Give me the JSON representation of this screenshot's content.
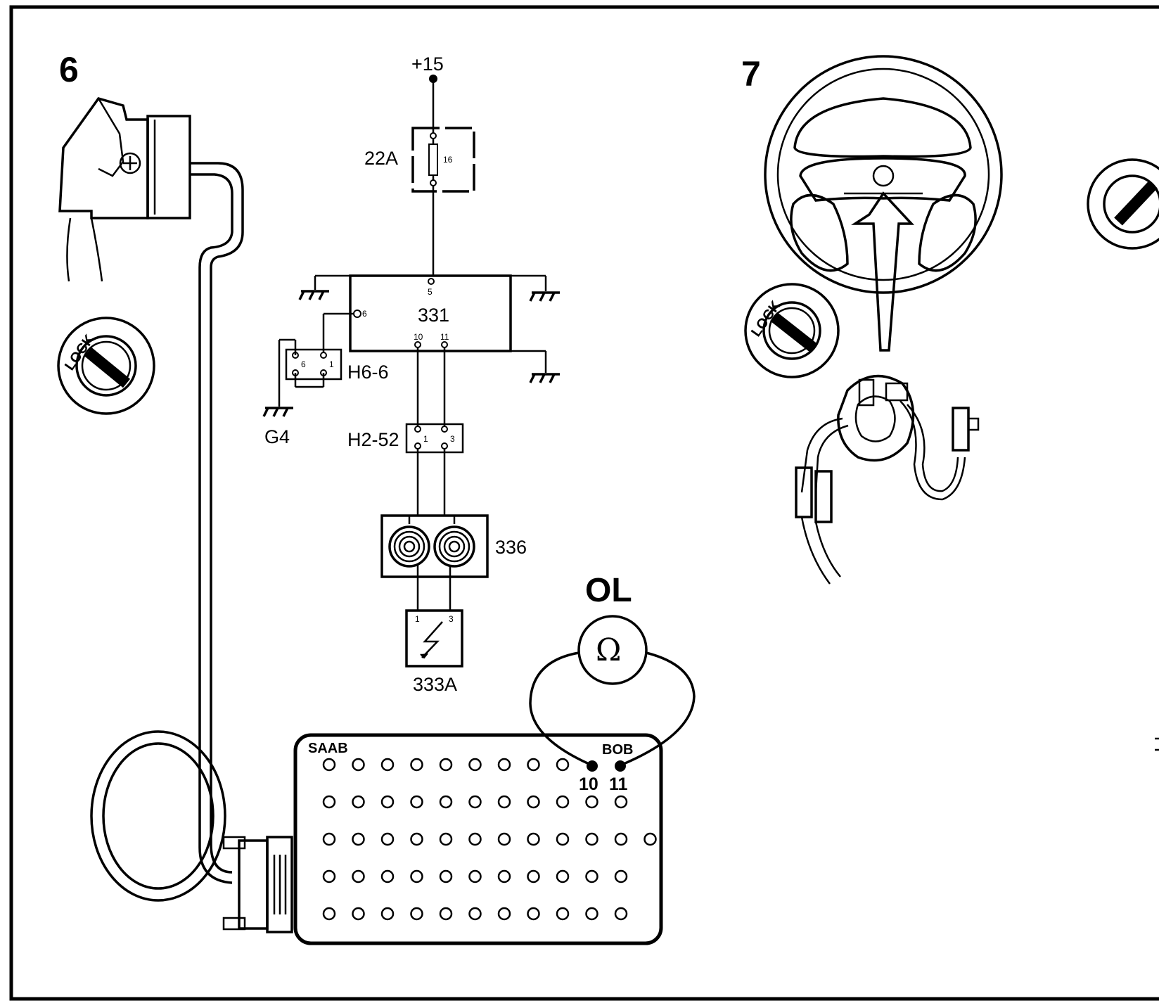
{
  "panels": {
    "left_number": "6",
    "right_number": "7"
  },
  "schematic": {
    "supply_label": "+15",
    "fuse_label": "22A",
    "fuse_number": "16",
    "module_label": "331",
    "module_pin_5": "5",
    "module_pin_6": "6",
    "module_pin_10": "10",
    "module_pin_11": "11",
    "connector_h66": "H6-6",
    "h66_pin_6": "6",
    "h66_pin_1": "1",
    "ground_label": "G4",
    "connector_h252": "H2-52",
    "h252_pin_1": "1",
    "h252_pin_3": "3",
    "contact_reel_label": "336",
    "airbag_label": "333A",
    "airbag_pin_1": "1",
    "airbag_pin_3": "3"
  },
  "meter": {
    "reading": "OL",
    "symbol": "Ω"
  },
  "breakout_box": {
    "brand": "SAAB",
    "name": "BOB",
    "pin_a": "10",
    "pin_b": "11"
  },
  "ignition_lock": {
    "label": "LOCK"
  },
  "icons": [
    "steering-wheel-icon",
    "ignition-lock-icon",
    "contact-reel-icon",
    "diagnostic-connector-icon",
    "ohmmeter-icon",
    "breakout-box-icon"
  ]
}
